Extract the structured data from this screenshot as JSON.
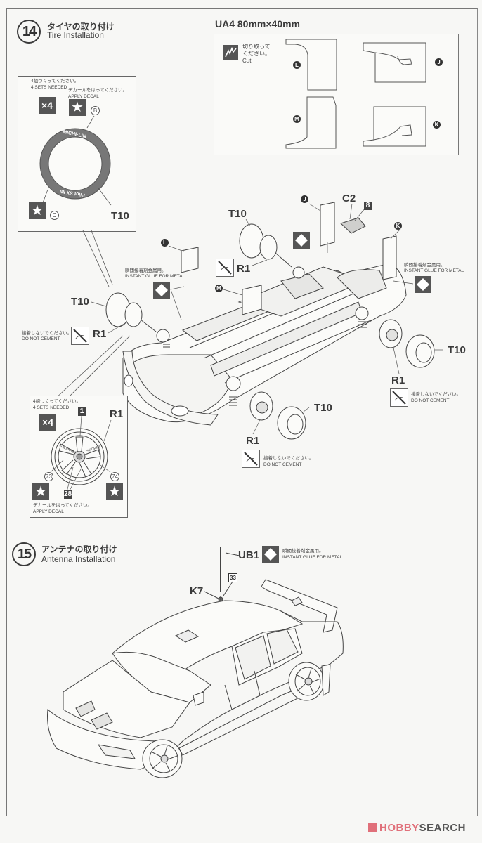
{
  "step14": {
    "number": "14",
    "title_jp": "タイヤの取り付け",
    "title_en": "Tire Installation"
  },
  "decal_sheet": {
    "title": "UA4  80mm×40mm",
    "cut_jp_line1": "切り取って",
    "cut_jp_line2": "ください。",
    "cut_en": "Cut",
    "pieces": [
      "L",
      "M",
      "J",
      "K"
    ]
  },
  "tire_detail": {
    "sets_jp": "4組つくってください。",
    "sets_en": "4 SETS NEEDED",
    "multiplier": "×4",
    "decal_jp": "デカールをはってください。",
    "decal_en": "APPLY DECAL",
    "decal_b": "B",
    "decal_c": "C",
    "part": "T10",
    "tire_text_top": "MICHELIN",
    "tire_text_bottom": "Pilot SX MI"
  },
  "wheel_detail": {
    "sets_jp": "4組つくってください。",
    "sets_en": "4 SETS NEEDED",
    "multiplier": "×4",
    "part": "R1",
    "num_1": "1",
    "num_28": "28",
    "decal_73": "73",
    "decal_74": "74",
    "decal_jp": "デカールをはってください。",
    "decal_en": "APPLY DECAL",
    "wheel_text_left": "GALLARDY",
    "wheel_text_right": "SCORPIO"
  },
  "assembly": {
    "labels": {
      "t10": "T10",
      "r1": "R1",
      "c2": "C2",
      "num_8": "8",
      "l": "L",
      "m": "M",
      "j": "J",
      "k": "K"
    },
    "glue_jp": "瞬間接着剤金属用。",
    "glue_en": "INSTANT GLUE FOR METAL",
    "nocement_jp": "接着しないでください。",
    "nocement_en": "DO NOT CEMENT"
  },
  "step15": {
    "number": "15",
    "title_jp": "アンテナの取り付け",
    "title_en": "Antenna Installation",
    "ub1": "UB1",
    "k7": "K7",
    "num_33": "33",
    "glue_jp": "瞬間接着剤金属用。",
    "glue_en": "INSTANT GLUE FOR METAL"
  },
  "watermark": {
    "brand_red": "HOBBY",
    "brand_dark": "SEARCH",
    "colors": {
      "red": "#e0707a",
      "dark": "#555555"
    }
  }
}
